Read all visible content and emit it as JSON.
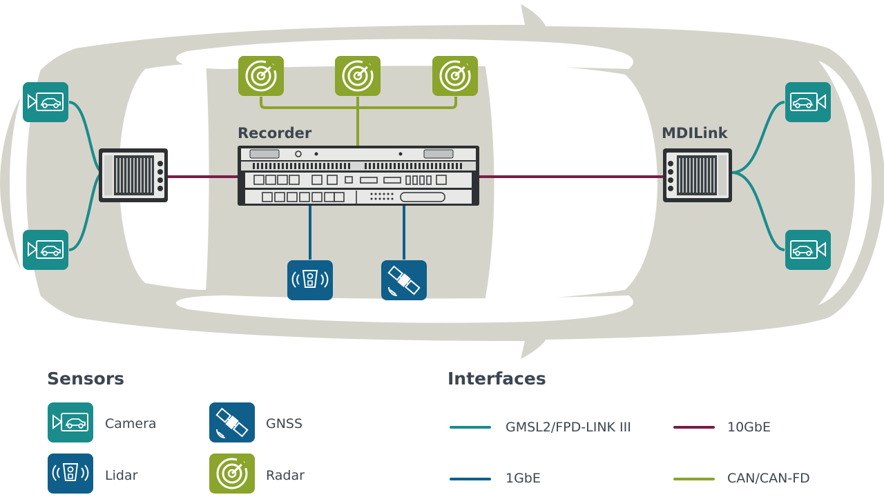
{
  "labels": {
    "recorder": "Recorder",
    "mdilink": "MDILink"
  },
  "legend": {
    "sensors_title": "Sensors",
    "interfaces_title": "Interfaces",
    "sensors": [
      {
        "name": "Camera",
        "icon": "camera-icon",
        "color": "#1a8c8c"
      },
      {
        "name": "GNSS",
        "icon": "satellite-icon",
        "color": "#0f5f8a"
      },
      {
        "name": "Lidar",
        "icon": "lidar-icon",
        "color": "#0f5f8a"
      },
      {
        "name": "Radar",
        "icon": "radar-icon",
        "color": "#8aa42c"
      }
    ],
    "interfaces": [
      {
        "name": "GMSL2/FPD-LINK III",
        "color": "#1a8c8c"
      },
      {
        "name": "10GbE",
        "color": "#7a1c4a"
      },
      {
        "name": "1GbE",
        "color": "#0f5f8a"
      },
      {
        "name": "CAN/CAN-FD",
        "color": "#8aa42c"
      }
    ]
  },
  "colors": {
    "car_body": "#d5d4cb",
    "window": "#ffffff",
    "device_dark": "#2d3133",
    "device_light": "#e8e8e6"
  }
}
